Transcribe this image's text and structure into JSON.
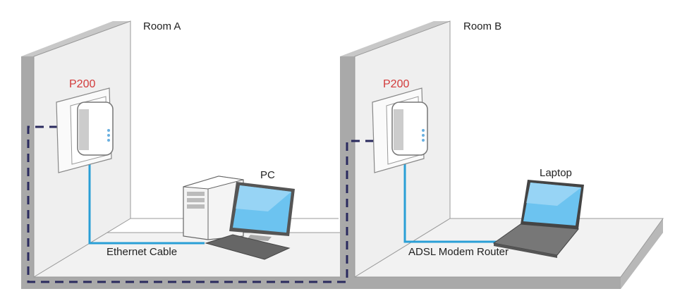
{
  "diagram": {
    "type": "network-setup",
    "rooms": [
      {
        "id": "room-a",
        "label": "Room A"
      },
      {
        "id": "room-b",
        "label": "Room B"
      }
    ],
    "adapters": [
      {
        "room": "room-a",
        "label": "P200"
      },
      {
        "room": "room-b",
        "label": "P200"
      }
    ],
    "devices": [
      {
        "room": "room-a",
        "label": "PC"
      },
      {
        "room": "room-b",
        "label": "Laptop"
      }
    ],
    "cables": [
      {
        "room": "room-a",
        "label": "Ethernet Cable",
        "color": "#2a9fd6"
      },
      {
        "room": "room-b",
        "label": "ADSL Modem Router",
        "color": "#2a9fd6"
      }
    ],
    "powerline": {
      "style": "dashed",
      "color": "#2a2a5e"
    },
    "colors": {
      "wall_face": "#efefef",
      "wall_edge": "#a9a9a9",
      "floor": "#f2f2f2",
      "adapter_label": "#d23a3a",
      "screen": "#6cc3f0"
    }
  }
}
